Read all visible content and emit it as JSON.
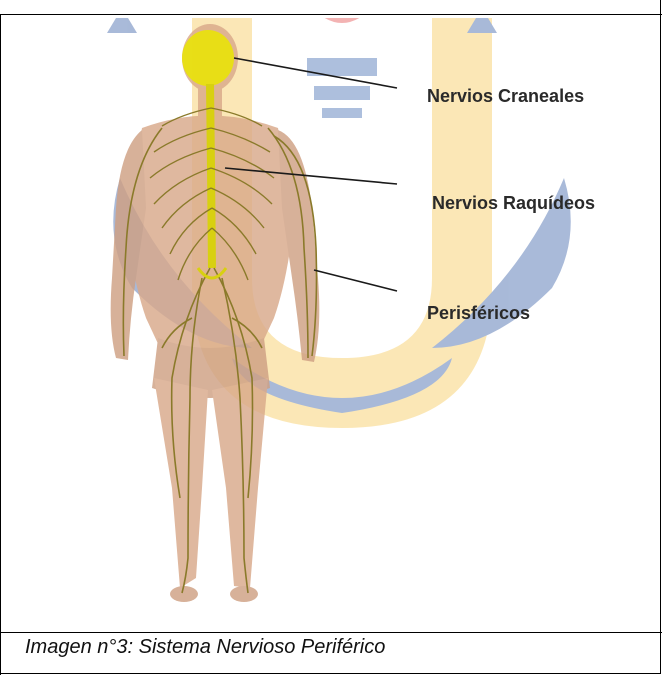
{
  "figure": {
    "labels": {
      "cranial": "Nervios Craneales",
      "spinal": "Nervios Raquídeos",
      "peripheral": "Perisféricos"
    },
    "caption": "Imagen n°3: Sistema Nervioso Periférico"
  },
  "colors": {
    "skin": "#d9a98a",
    "skin_shadow": "#b98a6c",
    "nerve": "#8a7a2a",
    "brain": "#e8e010",
    "spine": "#d8d010",
    "watermark_gold": "#f5c242",
    "watermark_blue": "#1e4a9a",
    "watermark_red": "#e23a3a"
  }
}
